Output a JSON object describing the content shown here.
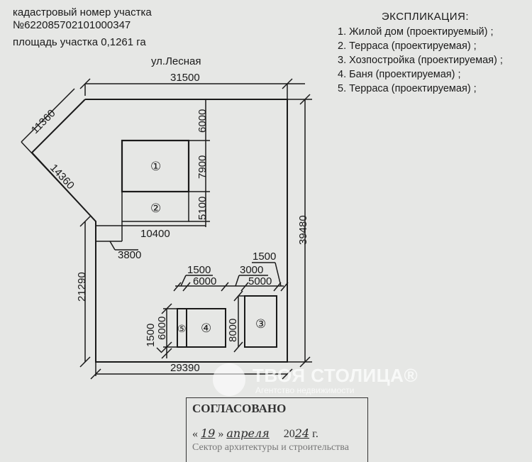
{
  "header": {
    "cadastral_label": "кадастровый номер участка",
    "cadastral_number": "№622085702101000347",
    "area": "площадь участка 0,1261 га",
    "street": "ул.Лесная"
  },
  "explication": {
    "title": "ЭКСПЛИКАЦИЯ:",
    "items": [
      "1. Жилой дом (проектируемый) ;",
      "2. Терраса (проектируемая) ;",
      "3. Хозпостройка (проектируемая) ;",
      "4. Баня (проектируемая) ;",
      "5. Терраса (проектируемая) ;"
    ]
  },
  "dimensions": {
    "top": "31500",
    "diag_top": "11360",
    "diag_bottom": "14360",
    "right": "39480",
    "left": "21290",
    "bottom": "29390",
    "offset_left": "3800",
    "house_offset_x": "10400",
    "house_offset_top": "6000",
    "house_depth": "7900",
    "terrace_depth": "5100",
    "sauna_terrace_w": "1500",
    "sauna_w": "6000",
    "shed_gap": "3000",
    "shed_w": "5000",
    "shed_offset_right": "1500",
    "sauna_depth": "6000",
    "sauna_offset_bottom": "1500",
    "shed_depth": "8000"
  },
  "building_labels": {
    "b1": "①",
    "b2": "②",
    "b3": "③",
    "b4": "④",
    "b5": "⑤"
  },
  "watermark": {
    "name": "ТВОЯ СТОЛИЦА®",
    "subtitle": "Агентство недвижимости"
  },
  "stamp": {
    "title": "СОГЛАСОВАНО",
    "open_quote": "«",
    "day": "19",
    "close_quote": "»",
    "month": "апреля",
    "year_prefix": "20",
    "year_suffix": "24",
    "year_unit": "г.",
    "org": "Сектор архитектуры и строительства"
  }
}
